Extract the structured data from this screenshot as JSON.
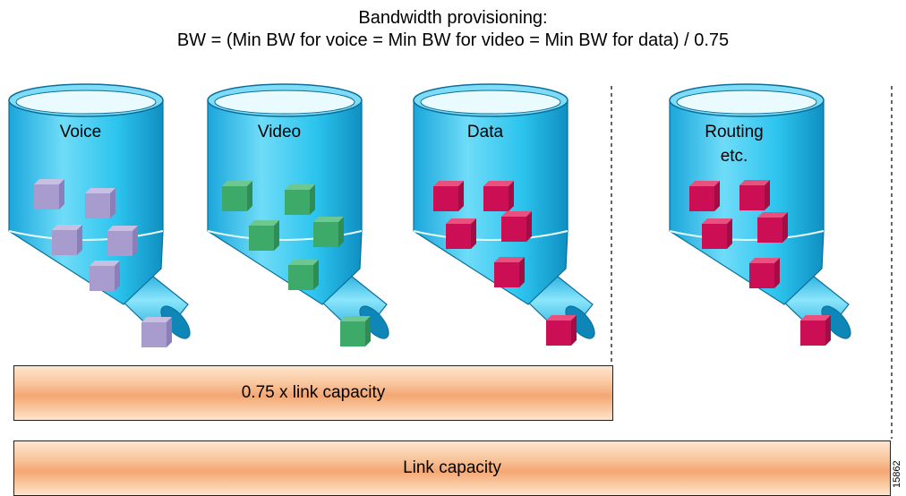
{
  "title": {
    "line1": "Bandwidth provisioning:",
    "line2": "BW = (Min BW for voice = Min BW for video = Min BW for data) / 0.75"
  },
  "funnels": [
    {
      "label": "Voice",
      "cube_color": "#a79ccd",
      "cube_side": "#8a7fb8",
      "cube_top": "#c8c0e2"
    },
    {
      "label": "Video",
      "cube_color": "#3daa6a",
      "cube_side": "#2e8c55",
      "cube_top": "#6cc890"
    },
    {
      "label": "Data",
      "cube_color": "#cc0f55",
      "cube_side": "#a40c44",
      "cube_top": "#e8507e"
    },
    {
      "label": "Routing",
      "label2": "etc.",
      "cube_color": "#cc0f55",
      "cube_side": "#a40c44",
      "cube_top": "#e8507e"
    }
  ],
  "bars": {
    "partial": "0.75 x link capacity",
    "full": "Link capacity"
  },
  "figure_id": "15862",
  "colors": {
    "funnel": "#29c3ec",
    "funnel_dark": "#0f8fc2",
    "bar": "#f4a774"
  }
}
